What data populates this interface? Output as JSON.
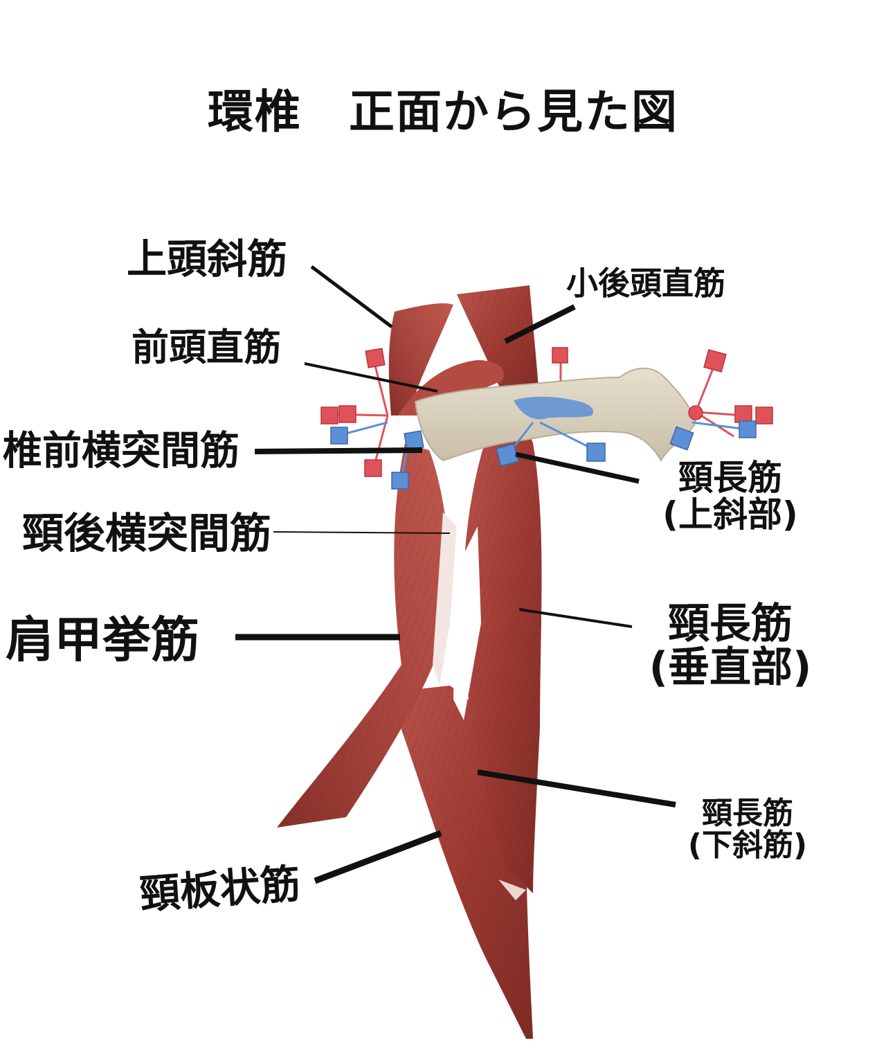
{
  "title": "環椎　正面から見た図",
  "labels": {
    "superior_oblique": "上頭斜筋",
    "rectus_capitis_posterior_minor": "小後頭直筋",
    "rectus_capitis_anterior": "前頭直筋",
    "anterior_intertransversarii": "椎前横突間筋",
    "longus_colli_superior_1": "頸長筋",
    "longus_colli_superior_2": "(上斜部)",
    "posterior_intertransversarii": "頸後横突間筋",
    "levator_scapulae": "肩甲挙筋",
    "longus_colli_vertical_1": "頸長筋",
    "longus_colli_vertical_2": "(垂直部)",
    "longus_colli_inferior_1": "頸長筋",
    "longus_colli_inferior_2": "(下斜筋)",
    "splenius_cervicis": "頸板状筋"
  },
  "colors": {
    "muscle": "#a4413a",
    "muscle_dark": "#7e2a25",
    "muscle_light": "#c96a60",
    "bone": "#d8d0be",
    "attachment_blue": "#5b8fd6",
    "attachment_red": "#e0525a",
    "leader_line": "#111111"
  }
}
